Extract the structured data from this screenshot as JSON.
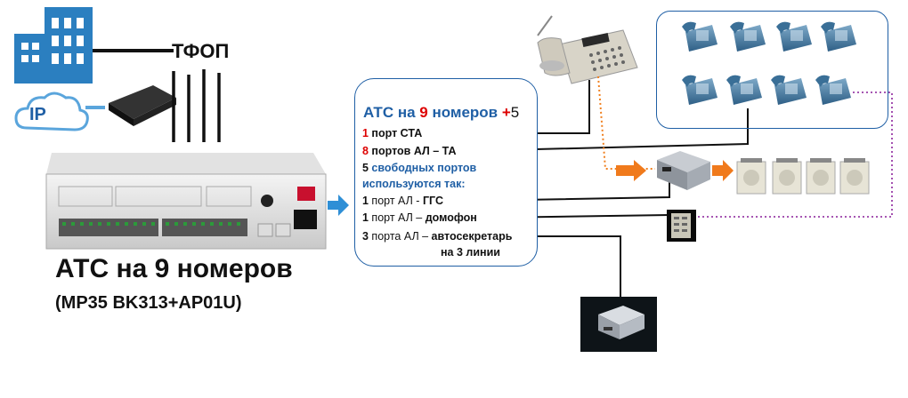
{
  "labels": {
    "tfop": "ТФОП",
    "ip": "IP",
    "pbx_title": "АТС на 9 номеров",
    "pbx_model": "(MP35 BK313+AP01U)"
  },
  "info_box": {
    "title_pre": "АТС на ",
    "title_num": "9",
    "title_mid": " номеров ",
    "title_plus": "+",
    "title_extra": "5",
    "l1_num": "1",
    "l1_text": " порт СТА",
    "l2_num": "8",
    "l2_text": " портов АЛ – ТА",
    "l3_num": "5",
    "l3_text": " свободных портов",
    "l4_text": "используются так:",
    "l5_num": "1",
    "l5_mid": " порт АЛ - ",
    "l5_text": " ГГС",
    "l6_num": "1",
    "l6_mid": " порт АЛ – ",
    "l6_text": "домофон",
    "l7_num": "3",
    "l7_mid": " порта АЛ – ",
    "l7_text": "автосекретарь",
    "l8_text": "на 3 линии"
  },
  "colors": {
    "accent_blue": "#1f5fa5",
    "red": "#dd0000",
    "orange_dotted": "#f08020",
    "purple_dotted": "#9a3ea8"
  },
  "icons": [
    "building-icon",
    "cloud-icon",
    "router-icon",
    "pbx-device-icon",
    "system-phone-icon",
    "phone-icon",
    "intercom-panel-icon",
    "auto-attendant-icon",
    "speaker-icon",
    "blue-arrow-icon",
    "orange-arrow-icon"
  ]
}
